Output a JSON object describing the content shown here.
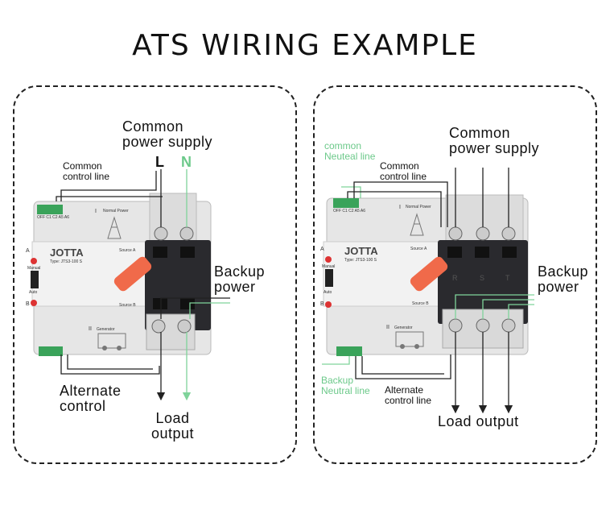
{
  "title": "ATS WIRING EXAMPLE",
  "colors": {
    "wire_dark": "#222222",
    "wire_green": "#7fd39a",
    "body": "#e8e8e8",
    "cover": "#2a2a2e",
    "handle": "#f06a4a",
    "terminal_green": "#3aa35a"
  },
  "device": {
    "brand": "JOTTA",
    "model": "Type: JTS3-100 S",
    "normal_power": "Normal Power",
    "generator": "Generator",
    "source_a": "Source A",
    "source_b": "Source B",
    "manual": "Manual",
    "auto": "Auto",
    "mark_a": "A",
    "mark_b": "B",
    "mark_i": "I",
    "mark_ii": "II",
    "terminal_label": "OFF C1 C2 A5 A6",
    "phases": [
      "R",
      "S",
      "T"
    ]
  },
  "left": {
    "common_supply": [
      "Common",
      "power supply"
    ],
    "l_label": "L",
    "n_label": "N",
    "common_control": [
      "Common",
      "control line"
    ],
    "backup_power": [
      "Backup",
      "power"
    ],
    "alternate_control": [
      "Alternate",
      "control"
    ],
    "load_output": [
      "Load",
      "output"
    ]
  },
  "right": {
    "common_neutral": [
      "common",
      "Neuteal line"
    ],
    "common_control": [
      "Common",
      "control line"
    ],
    "common_supply": [
      "Common",
      "power supply"
    ],
    "backup_power": [
      "Backup",
      "power"
    ],
    "backup_neutral": [
      "Backup",
      "Neutral line"
    ],
    "alternate_control": [
      "Alternate",
      "control line"
    ],
    "load_output": "Load output"
  }
}
